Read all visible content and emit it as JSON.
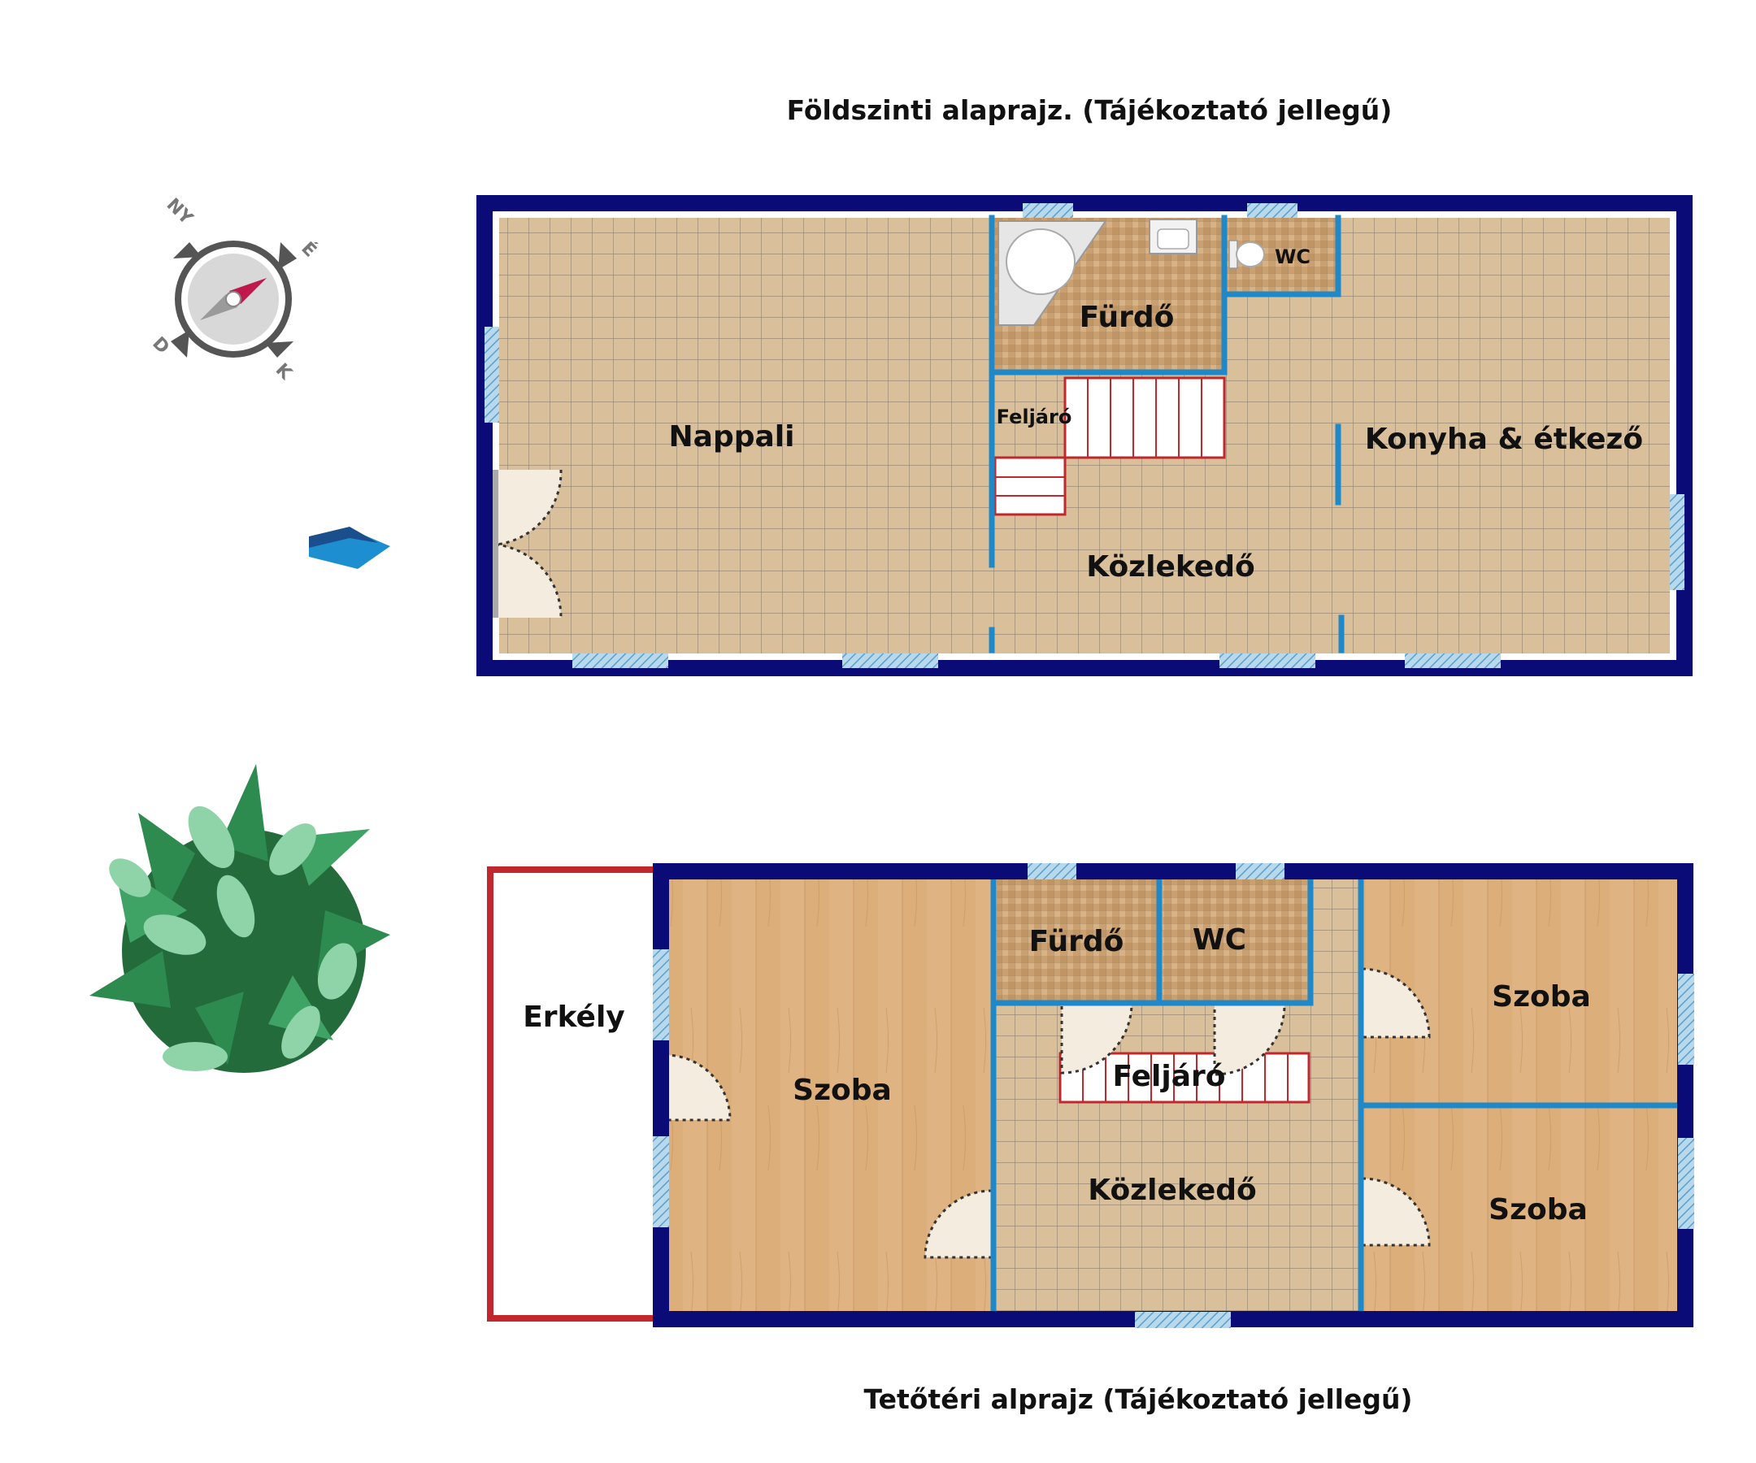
{
  "titles": {
    "ground": "Földszinti alaprajz. (Tájékoztató jellegű)",
    "attic": "Tetőtéri alprajz (Tájékoztató jellegű)"
  },
  "compass": {
    "n": "NY",
    "e": "É",
    "s": "D",
    "w": "K"
  },
  "ground_floor": {
    "nappali": "Nappali",
    "furdo": "Fürdő",
    "wc": "WC",
    "feljaro": "Feljáró",
    "konyha": "Konyha & étkező",
    "kozlekedo": "Közlekedő"
  },
  "attic_floor": {
    "erkely": "Erkély",
    "szoba_left": "Szoba",
    "furdo": "Fürdő",
    "wc": "WC",
    "feljaro": "Feljáró",
    "kozlekedo": "Közlekedő",
    "szoba_top_right": "Szoba",
    "szoba_bottom_right": "Szoba"
  },
  "colors": {
    "outer_wall": "#0b0b78",
    "inner_wall": "#1e88c8",
    "stairs": "#c0282d",
    "balcony": "#c0282d",
    "tile": "#d9c09a",
    "wood": "#dcae7a"
  }
}
